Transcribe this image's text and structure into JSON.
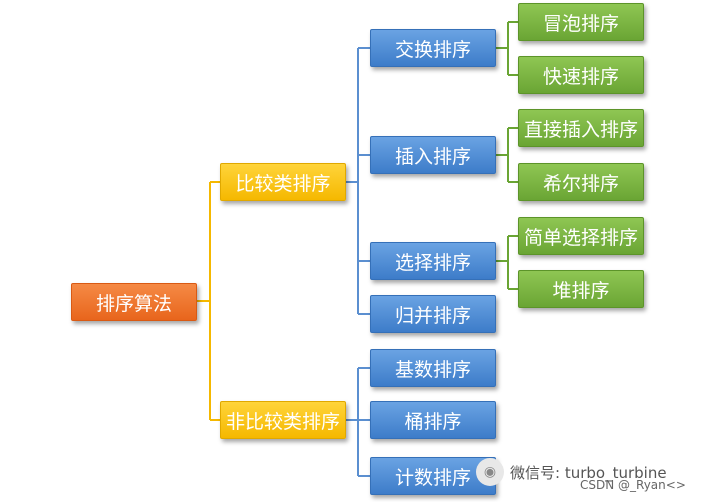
{
  "root": "排序算法",
  "categories": {
    "comparison": "比较类排序",
    "non_comparison": "非比较类排序"
  },
  "comparison_children": {
    "exchange": "交换排序",
    "insertion": "插入排序",
    "selection": "选择排序",
    "merge": "归并排序"
  },
  "exchange_children": {
    "bubble": "冒泡排序",
    "quick": "快速排序"
  },
  "insertion_children": {
    "direct": "直接插入排序",
    "shell": "希尔排序"
  },
  "selection_children": {
    "simple": "简单选择排序",
    "heap": "堆排序"
  },
  "non_comparison_children": {
    "radix": "基数排序",
    "bucket": "桶排序",
    "counting": "计数排序"
  },
  "watermark": {
    "wechat": "微信号: turbo_turbine",
    "csdn": "CSDN @_Ryan<>"
  },
  "colors": {
    "root": "#e8651c",
    "category": "#f5b800",
    "level2": "#3d7cc9",
    "leaf": "#6aa534",
    "connector_root": "#f5b800",
    "connector_blue": "#3d7cc9",
    "connector_green": "#6aa534"
  }
}
